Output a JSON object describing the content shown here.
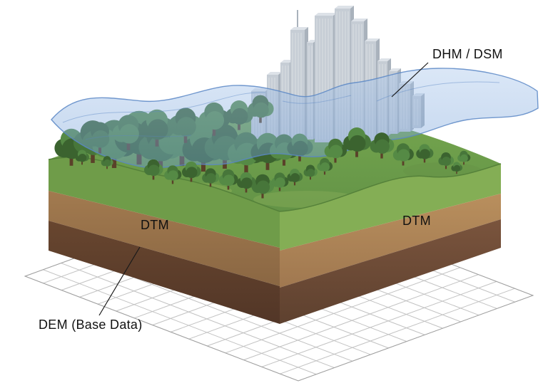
{
  "diagram": {
    "labels": {
      "dsm": "DHM / DSM",
      "dtm_left": "DTM",
      "dtm_right": "DTM",
      "dem": "DEM (Base Data)"
    },
    "colors": {
      "grid_line": "#c2c2c2",
      "grid_edge": "#9e9e9e",
      "grass_top": "#6fa04a",
      "grass_top_dark": "#639347",
      "grass_edge_left": "#6f9c49",
      "grass_edge_right": "#84ae55",
      "soil_tan_left": "#9a744b",
      "soil_tan_right": "#b28a58",
      "soil_brown_left": "#5e4130",
      "soil_brown_right": "#6f4d38",
      "terrain_edge": "#55813a",
      "tree_dark": "#3b632f",
      "tree_mid": "#47763a",
      "tree_light": "#558a45",
      "trunk": "#5a4129",
      "building_front": "#c6cdd5",
      "building_side": "#a9b2bc",
      "building_top": "#dde2e8",
      "sheet_fill": "#7da7d9",
      "sheet_edge": "#5b87c5",
      "leader_line": "#1a1a1a",
      "label_text": "#111111"
    }
  }
}
